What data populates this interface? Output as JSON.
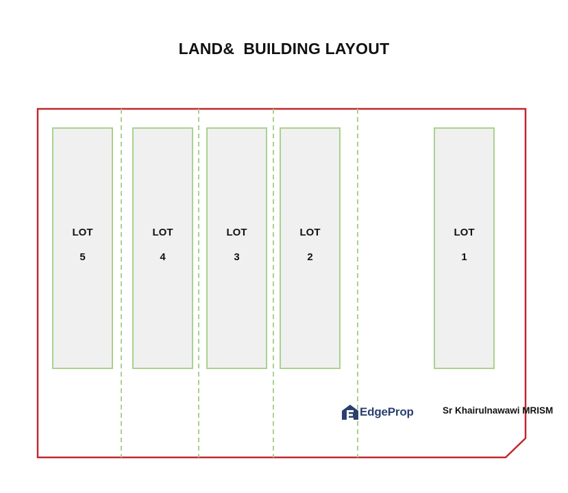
{
  "title": "LAND&  BUILDING LAYOUT",
  "lots": [
    {
      "label": "LOT",
      "number": "5"
    },
    {
      "label": "LOT",
      "number": "4"
    },
    {
      "label": "LOT",
      "number": "3"
    },
    {
      "label": "LOT",
      "number": "2"
    },
    {
      "label": "LOT",
      "number": "1"
    }
  ],
  "watermark": {
    "brand": "EdgeProp",
    "logo_icon": "house-e-logo-icon"
  },
  "surveyor_credit": "Sr Khairulnawawi MRISM",
  "colors": {
    "boundary": "#c0272d",
    "lot_outline": "#a9d18e",
    "lot_fill": "#f0f0f0",
    "divider": "#a9d18e",
    "brand": "#2a3f6e"
  }
}
